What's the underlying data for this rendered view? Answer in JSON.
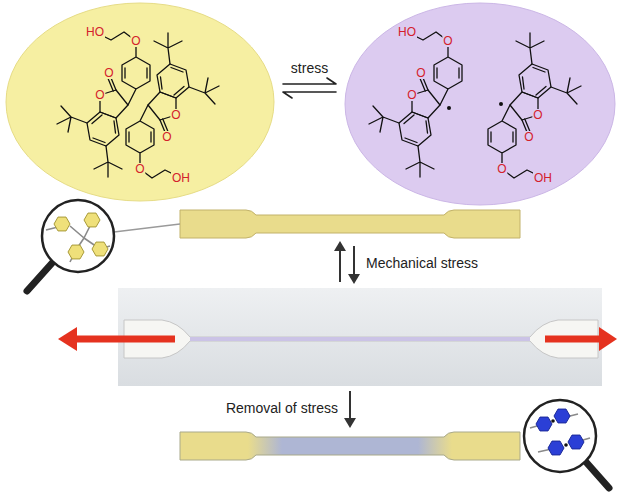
{
  "diagram": {
    "nodes": [
      {
        "text": [
          "HO",
          "O",
          "O",
          "O",
          "O",
          "O",
          "O",
          "OH"
        ]
      },
      {
        "text": [
          "HO",
          "O",
          "O",
          "O",
          "O",
          "O",
          "O",
          "OH"
        ]
      }
    ],
    "edges": [
      {
        "from": 0,
        "to": 1,
        "arrow": "both",
        "label": "stress"
      }
    ],
    "labels": [
      "Mechanical stress",
      "Removal of stress"
    ]
  }
}
